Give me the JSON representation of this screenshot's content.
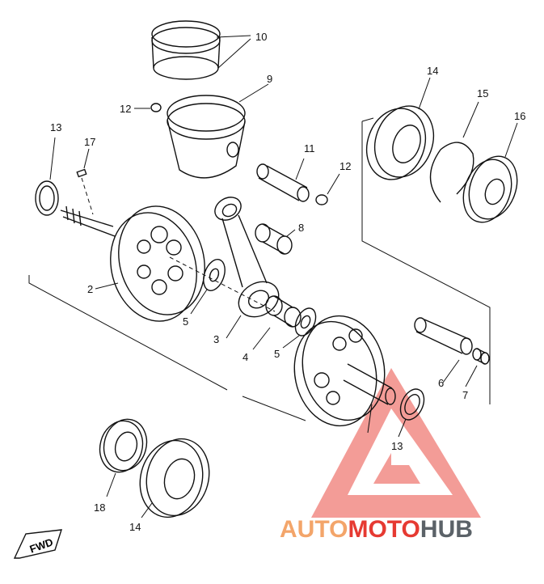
{
  "callouts": {
    "c10": "10",
    "c9": "9",
    "c12a": "12",
    "c13a": "13",
    "c17": "17",
    "c11": "11",
    "c12b": "12",
    "c14a": "14",
    "c15": "15",
    "c16": "16",
    "c8": "8",
    "c2": "2",
    "c5a": "5",
    "c3": "3",
    "c4": "4",
    "c5b": "5",
    "c6": "6",
    "c7": "7",
    "c13b": "13",
    "c18": "18",
    "c14b": "14"
  },
  "fwd_label": "FWD",
  "watermark": {
    "part1": "AUTO",
    "part2": "MOTO",
    "part3": "HUB",
    "color1": "#f3a56a",
    "color2": "#e63a32",
    "color3": "#5b6268"
  }
}
